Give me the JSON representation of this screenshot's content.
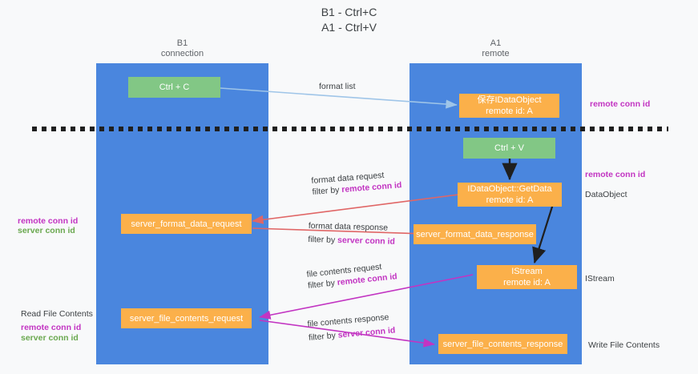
{
  "title": {
    "line1": "B1 - Ctrl+C",
    "line2": "A1 - Ctrl+V"
  },
  "columns": [
    {
      "name": "B1",
      "sub": "connection"
    },
    {
      "name": "A1",
      "sub": "remote"
    }
  ],
  "nodes": {
    "ctrl_c": {
      "label": "Ctrl + C"
    },
    "ctrl_v": {
      "label": "Ctrl + V"
    },
    "idataobject": {
      "line1": "保存IDataObject",
      "line2": "remote id: A"
    },
    "idataobject_getdata": {
      "line1": "IDataObject::GetData",
      "line2": "remote id: A"
    },
    "istream": {
      "line1": "IStream",
      "line2": "remote id: A"
    },
    "server_format_data_request": {
      "label": "server_format_data_request"
    },
    "server_format_data_response": {
      "label": "server_format_data_response"
    },
    "server_file_contents_request": {
      "label": "server_file_contents_request"
    },
    "server_file_contents_response": {
      "label": "server_file_contents_response"
    }
  },
  "edges": {
    "format_list": {
      "label": "format list"
    },
    "format_data_request": {
      "label": "format data request",
      "filter_prefix": "filter by ",
      "filter_key": "remote conn id"
    },
    "format_data_response": {
      "label": "format data response",
      "filter_prefix": "filter by ",
      "filter_key": "server conn id"
    },
    "file_contents_request": {
      "label": "file contents request",
      "filter_prefix": "filter by ",
      "filter_key": "remote conn id"
    },
    "file_contents_response": {
      "label": "file contents response",
      "filter_prefix": "filter by ",
      "filter_key": "server conn id"
    }
  },
  "annotations": {
    "right_remote_conn_id_top": "remote conn id",
    "right_remote_conn_id_mid": "remote conn id",
    "right_dataobject": "DataObject",
    "right_istream": "IStream",
    "right_write_file_contents": "Write File Contents",
    "left_remote_conn_id": "remote conn id",
    "left_server_conn_id": "server conn id",
    "left_read_file_contents": "Read File Contents",
    "left_remote_conn_id_2": "remote conn id",
    "left_server_conn_id_2": "server conn id"
  },
  "colors": {
    "lane": "#4a86de",
    "node_green": "#82c785",
    "node_orange": "#fbb04a",
    "accent_remote": "#c234c2",
    "accent_server": "#6aa84f",
    "arrow_blue": "#9fc5e8",
    "arrow_red": "#e06666",
    "arrow_purple": "#c234c2",
    "arrow_black": "#1f1f1f",
    "background": "#f8f9fa",
    "divider_dashed": "#1f1f1f"
  }
}
